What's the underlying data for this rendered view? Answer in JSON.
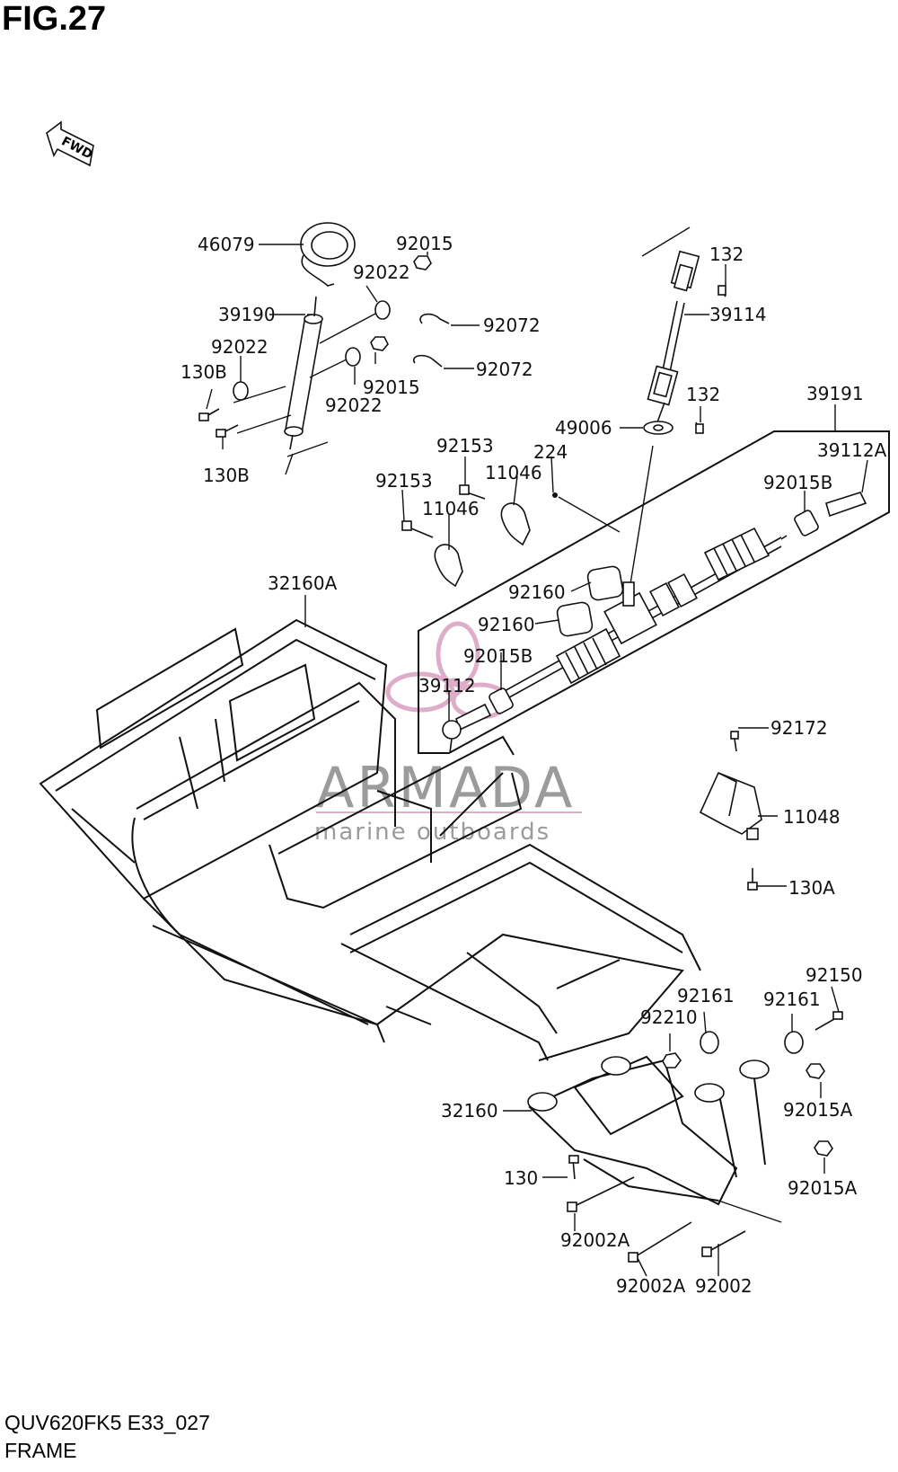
{
  "figure_title": "FIG.27",
  "fwd_label": "FWD",
  "footer": {
    "model_code": "QUV620FK5 E33_027",
    "section_name": "FRAME"
  },
  "watermark": {
    "brand": "ARMADA",
    "tagline": "marine outboards",
    "color": "#d9a0c0"
  },
  "callouts": [
    {
      "id": "46079",
      "label": "46079"
    },
    {
      "id": "92015-a",
      "label": "92015"
    },
    {
      "id": "92022-a",
      "label": "92022"
    },
    {
      "id": "39190",
      "label": "39190"
    },
    {
      "id": "92072-a",
      "label": "92072"
    },
    {
      "id": "92022-b",
      "label": "92022"
    },
    {
      "id": "130B-a",
      "label": "130B"
    },
    {
      "id": "92072-b",
      "label": "92072"
    },
    {
      "id": "92015-b",
      "label": "92015"
    },
    {
      "id": "92022-c",
      "label": "92022"
    },
    {
      "id": "130B-b",
      "label": "130B"
    },
    {
      "id": "132-a",
      "label": "132"
    },
    {
      "id": "39114",
      "label": "39114"
    },
    {
      "id": "132-b",
      "label": "132"
    },
    {
      "id": "39191",
      "label": "39191"
    },
    {
      "id": "49006",
      "label": "49006"
    },
    {
      "id": "92153-a",
      "label": "92153"
    },
    {
      "id": "224",
      "label": "224"
    },
    {
      "id": "39112A",
      "label": "39112A"
    },
    {
      "id": "11046-a",
      "label": "11046"
    },
    {
      "id": "92153-b",
      "label": "92153"
    },
    {
      "id": "92015B-a",
      "label": "92015B"
    },
    {
      "id": "11046-b",
      "label": "11046"
    },
    {
      "id": "32160A",
      "label": "32160A"
    },
    {
      "id": "92160-a",
      "label": "92160"
    },
    {
      "id": "92160-b",
      "label": "92160"
    },
    {
      "id": "92015B-b",
      "label": "92015B"
    },
    {
      "id": "39112",
      "label": "39112"
    },
    {
      "id": "92172",
      "label": "92172"
    },
    {
      "id": "11048",
      "label": "11048"
    },
    {
      "id": "130A",
      "label": "130A"
    },
    {
      "id": "92150",
      "label": "92150"
    },
    {
      "id": "92161-a",
      "label": "92161"
    },
    {
      "id": "92161-b",
      "label": "92161"
    },
    {
      "id": "92210",
      "label": "92210"
    },
    {
      "id": "32160",
      "label": "32160"
    },
    {
      "id": "92015A-a",
      "label": "92015A"
    },
    {
      "id": "130",
      "label": "130"
    },
    {
      "id": "92015A-b",
      "label": "92015A"
    },
    {
      "id": "92002A-a",
      "label": "92002A"
    },
    {
      "id": "92002A-b",
      "label": "92002A"
    },
    {
      "id": "92002",
      "label": "92002"
    }
  ]
}
